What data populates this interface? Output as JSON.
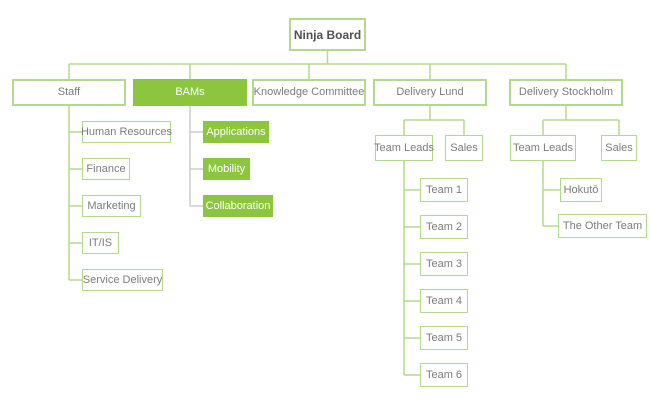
{
  "colors": {
    "highlight_green": "#8cc63e",
    "line_green": "#b5d98c",
    "line_gray": "#cccccc",
    "node_text": "#7c7c7c",
    "root_text": "#515151",
    "background": "#ffffff"
  },
  "tree": {
    "label": "Ninja Board",
    "children": [
      {
        "label": "Staff",
        "children": [
          {
            "label": "Human Resources"
          },
          {
            "label": "Finance"
          },
          {
            "label": "Marketing"
          },
          {
            "label": "IT/IS"
          },
          {
            "label": "Service Delivery"
          }
        ]
      },
      {
        "label": "BAMs",
        "highlighted": true,
        "children": [
          {
            "label": "Applications",
            "highlighted": true
          },
          {
            "label": "Mobility",
            "highlighted": true
          },
          {
            "label": "Collaboration",
            "highlighted": true
          }
        ]
      },
      {
        "label": "Knowledge Committee"
      },
      {
        "label": "Delivery Lund",
        "children": [
          {
            "label": "Team Leads",
            "children": [
              {
                "label": "Team 1"
              },
              {
                "label": "Team 2"
              },
              {
                "label": "Team 3"
              },
              {
                "label": "Team 4"
              },
              {
                "label": "Team 5"
              },
              {
                "label": "Team 6"
              }
            ]
          },
          {
            "label": "Sales"
          }
        ]
      },
      {
        "label": "Delivery Stockholm",
        "children": [
          {
            "label": "Team Leads",
            "children": [
              {
                "label": "Hokutō"
              },
              {
                "label": "The Other Team"
              }
            ]
          },
          {
            "label": "Sales"
          }
        ]
      }
    ]
  }
}
